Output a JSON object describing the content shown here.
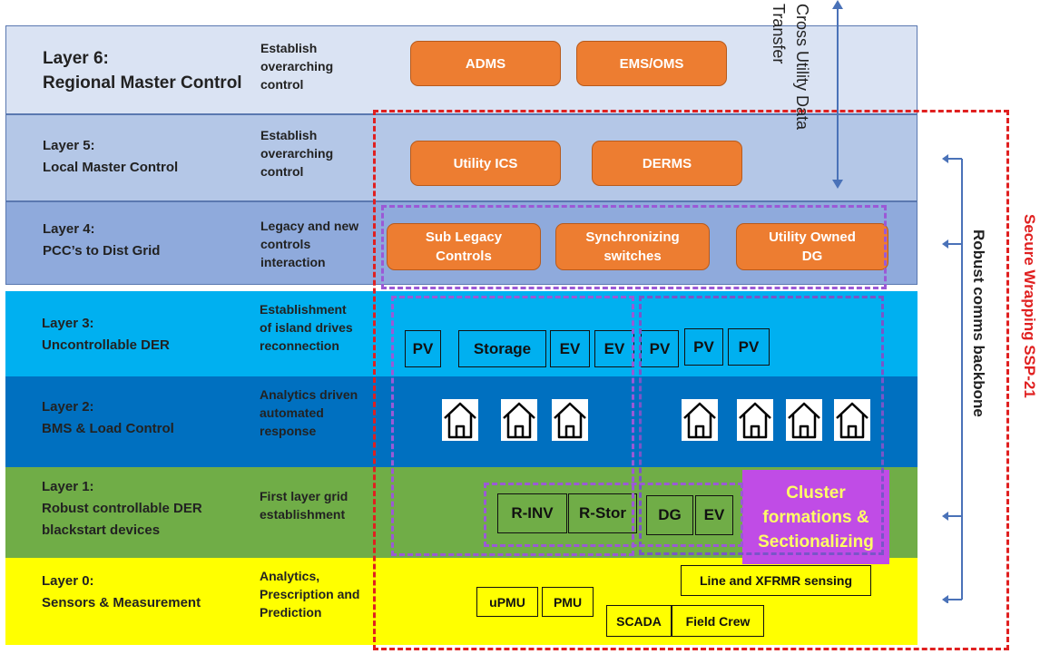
{
  "layers": [
    {
      "name": "Layer 6:\nRegional Master Control",
      "desc": "Establish\noverarching\ncontrol",
      "color": "#dae3f3"
    },
    {
      "name": "Layer 5:\nLocal Master Control",
      "desc": "Establish\noverarching\ncontrol",
      "color": "#b4c7e7"
    },
    {
      "name": "Layer 4:\nPCC’s to Dist Grid",
      "desc": "Legacy and new\ncontrols\ninteraction",
      "color": "#8faadc"
    },
    {
      "name": "Layer 3:\nUncontrollable DER",
      "desc": "Establishment\nof island drives\nreconnection",
      "color": "#00b0f0"
    },
    {
      "name": "Layer 2:\nBMS & Load Control",
      "desc": "Analytics driven\nautomated\nresponse",
      "color": "#0070c0"
    },
    {
      "name": "Layer 1:\nRobust controllable DER\nblackstart devices",
      "desc": "First layer grid\nestablishment",
      "color": "#70ad47"
    },
    {
      "name": "Layer 0:\nSensors & Measurement",
      "desc": "Analytics,\nPrescription and\nPrediction",
      "color": "#ffff00"
    }
  ],
  "controls": {
    "adms": "ADMS",
    "ems_oms": "EMS/OMS",
    "utility_ics": "Utility ICS",
    "derms": "DERMS",
    "sub_legacy": "Sub Legacy\nControls",
    "synchronizing": "Synchronizing\nswitches",
    "utility_owned": "Utility Owned\nDG"
  },
  "der_boxes": [
    "PV",
    "Storage",
    "EV",
    "EV",
    "PV",
    "PV",
    "PV"
  ],
  "blackstart_boxes": [
    "R-INV",
    "R-Stor",
    "DG",
    "EV"
  ],
  "sensors": {
    "line_xfrmr": "Line and XFRMR sensing",
    "upmu": "uPMU",
    "pmu": "PMU",
    "scada": "SCADA",
    "field_crew": "Field Crew"
  },
  "cluster_label": "Cluster\nformations &\nSectionalizing",
  "cross_utility": "Cross Utility Data\nTransfer",
  "robust_comms": "Robust comms backbone",
  "secure_wrapping": "Secure Wrapping SSP-21",
  "colors": {
    "orange": "#ed7d31",
    "secure_red": "#e02020",
    "purple_dash": "#9b59d6",
    "cluster_bg": "#c04ce6",
    "cluster_text": "#ffff66",
    "arrow_blue": "#4a72b8"
  }
}
